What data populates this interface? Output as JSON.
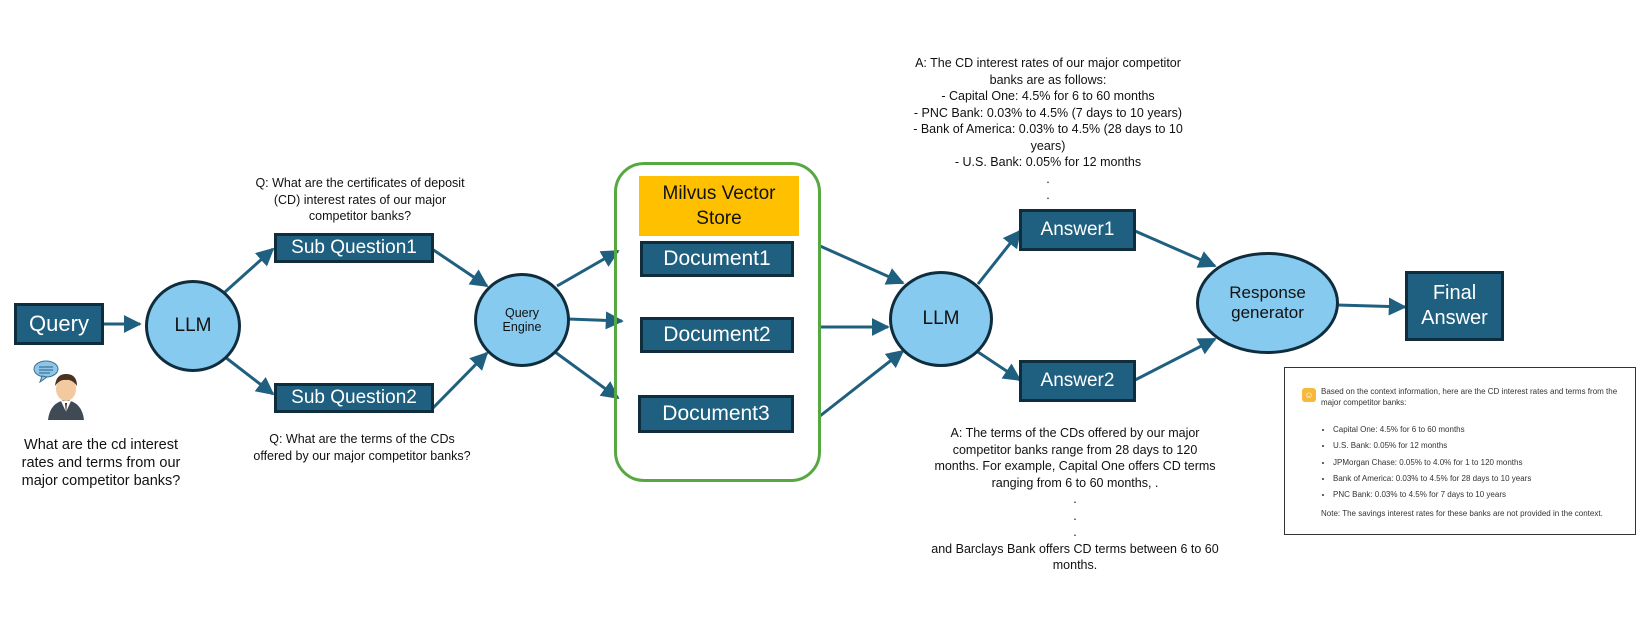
{
  "nodes": {
    "query": "Query",
    "llm1": "LLM",
    "sub_q1": "Sub Question1",
    "sub_q2": "Sub Question2",
    "query_engine": "Query\nEngine",
    "store_title": "Milvus Vector\nStore",
    "doc1": "Document1",
    "doc2": "Document2",
    "doc3": "Document3",
    "llm2": "LLM",
    "answer1": "Answer1",
    "answer2": "Answer2",
    "response_gen": "Response\ngenerator",
    "final_answer": "Final\nAnswer"
  },
  "texts": {
    "user_question": "What are the cd interest\nrates and terms from our\nmajor competitor banks?",
    "q1": "Q: What are the certificates of deposit\n(CD) interest rates of our major\ncompetitor banks?",
    "q2": "Q: What are the terms of the CDs\noffered by our major competitor banks?",
    "a1": "A: The CD interest rates of our major competitor\nbanks are as follows:\n- Capital One: 4.5% for 6 to 60 months\n- PNC Bank: 0.03% to 4.5% (7 days to 10 years)\n- Bank of America: 0.03% to 4.5% (28 days to 10\nyears)\n- U.S. Bank: 0.05% for 12 months\n.\n.",
    "a2": "A: The terms of the CDs offered by our major\ncompetitor banks range from 28 days to 120\nmonths. For example, Capital One offers CD terms\nranging from 6 to 60 months, .\n.\n.\n.\nand Barclays Bank offers CD terms between 6 to 60\nmonths."
  },
  "final_card": {
    "intro": "Based on the context information, here are the CD interest rates and terms from the major competitor banks:",
    "items": [
      "Capital One: 4.5% for 6 to 60 months",
      "U.S. Bank: 0.05% for 12 months",
      "JPMorgan Chase: 0.05% to 4.0% for 1 to 120 months",
      "Bank of America: 0.03% to 4.5% for 28 days to 10 years",
      "PNC Bank: 0.03% to 4.5% for 7 days to 10 years"
    ],
    "note": "Note: The savings interest rates for these banks are not provided in the context."
  },
  "colors": {
    "box_fill": "#1f5f7f",
    "box_border": "#0f2d3d",
    "ellipse_fill": "#86cbef",
    "arrow": "#1f5f7f",
    "store_border": "#58a842",
    "store_title": "#ffc000"
  },
  "icons": {
    "user": "person-with-speech-bubble-icon",
    "card": "assistant-icon"
  }
}
